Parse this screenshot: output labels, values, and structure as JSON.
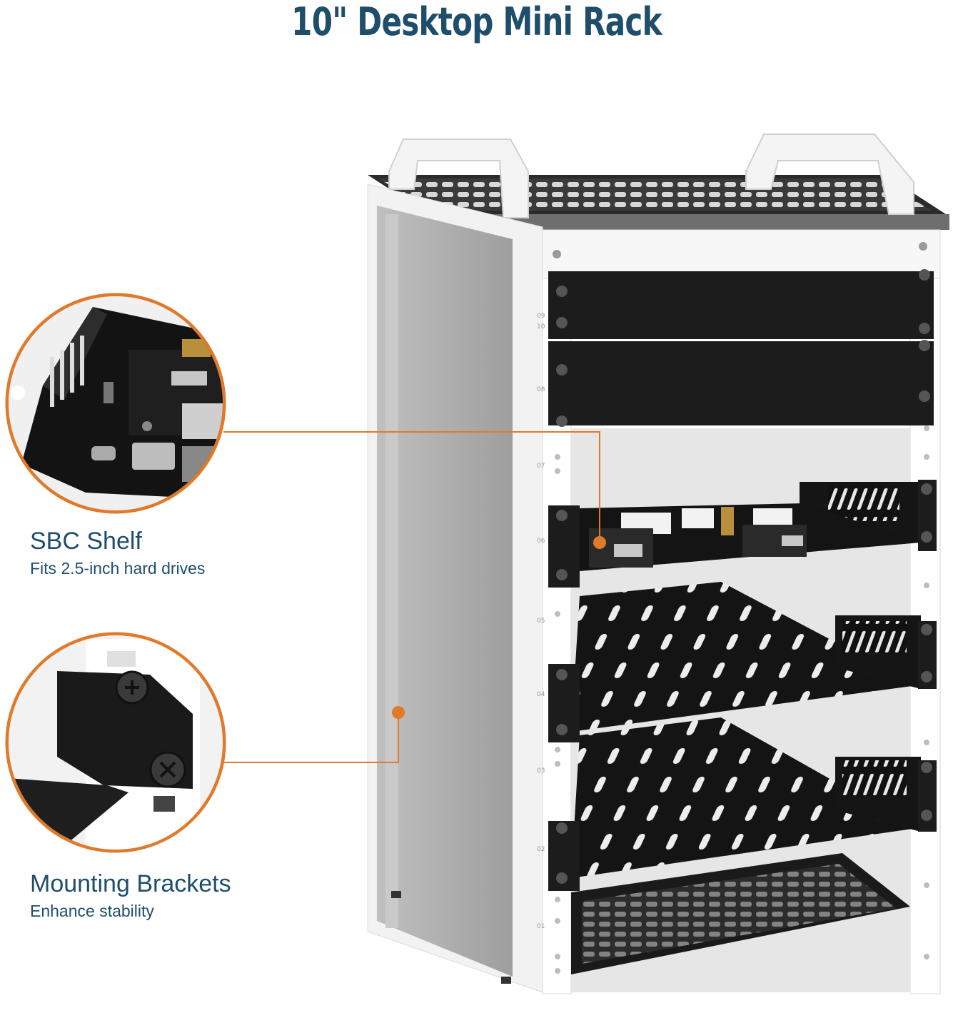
{
  "title": "10\" Desktop Mini Rack",
  "callouts": [
    {
      "title": "SBC Shelf",
      "subtitle": "Fits 2.5-inch hard drives"
    },
    {
      "title": "Mounting Brackets",
      "subtitle": "Enhance stability"
    }
  ],
  "rail_labels_left": [
    "09",
    "10",
    "08",
    "07",
    "06",
    "05",
    "04",
    "03",
    "02",
    "01"
  ],
  "colors": {
    "accent": "#e07a2a",
    "text": "#1f4e6b",
    "frame": "#ffffff",
    "panel": "#1a1a1a"
  }
}
